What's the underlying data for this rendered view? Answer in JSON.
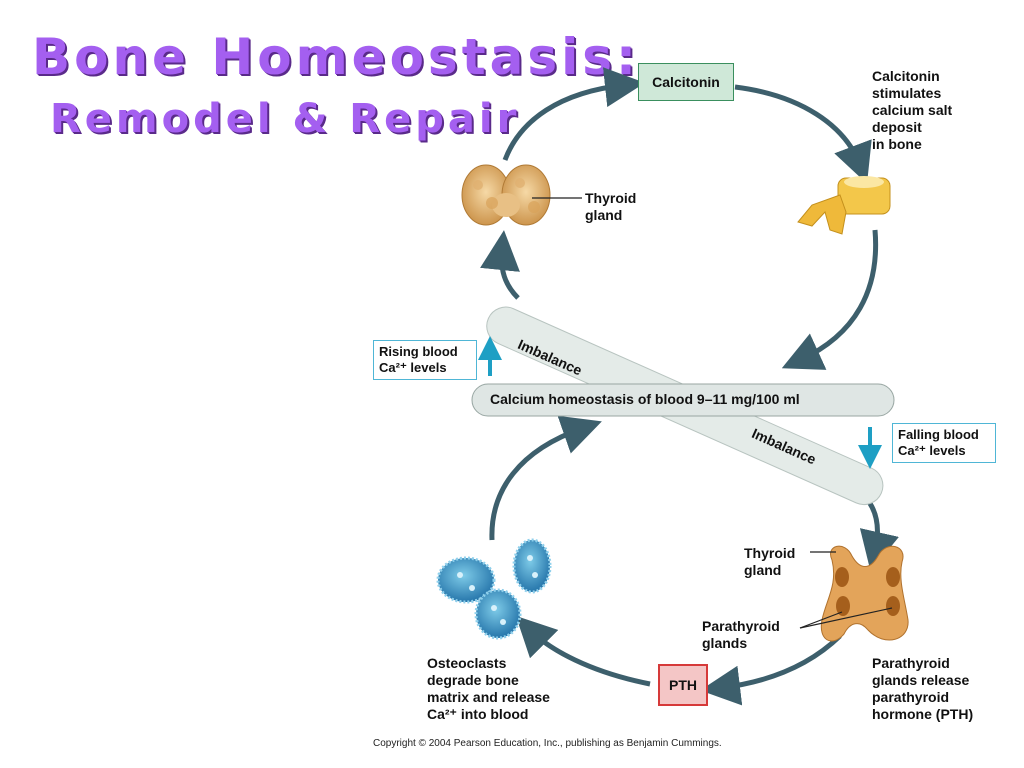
{
  "slide": {
    "title_line1": "Bone Homeostasis:",
    "title_line2": "Remodel & Repair"
  },
  "diagram": {
    "calcitonin_box": "Calcitonin",
    "calcitonin_effect": [
      "Calcitonin",
      "stimulates",
      "calcium salt",
      "deposit",
      "in bone"
    ],
    "thyroid_label_top": [
      "Thyroid",
      "gland"
    ],
    "rising_label": [
      "Rising blood",
      "Ca²⁺ levels"
    ],
    "falling_label": [
      "Falling blood",
      "Ca²⁺ levels"
    ],
    "imbalance_upper": "Imbalance",
    "imbalance_lower": "Imbalance",
    "homeostasis_bar": "Calcium homeostasis of blood 9–11 mg/100 ml",
    "thyroid_label_bottom": [
      "Thyroid",
      "gland"
    ],
    "parathyroid_label": [
      "Parathyroid",
      "glands"
    ],
    "pth_effect": [
      "Parathyroid",
      "glands release",
      "parathyroid",
      "hormone (PTH)"
    ],
    "pth_box": "PTH",
    "osteoclast_effect": [
      "Osteoclasts",
      "degrade bone",
      "matrix and release",
      "Ca²⁺ into blood"
    ]
  },
  "footer": {
    "copyright": "Copyright © 2004 Pearson Education, Inc., publishing as Benjamin Cummings."
  },
  "colors": {
    "title": "#a45ff0",
    "arrow": "#3d5f6c",
    "calcitonin_box_fill": "#cfe8d8",
    "pth_box_fill": "#f4c6c6",
    "pth_box_border": "#d63a3a",
    "level_box_border": "#4fb6d6",
    "level_arrow": "#1e9fc4"
  }
}
